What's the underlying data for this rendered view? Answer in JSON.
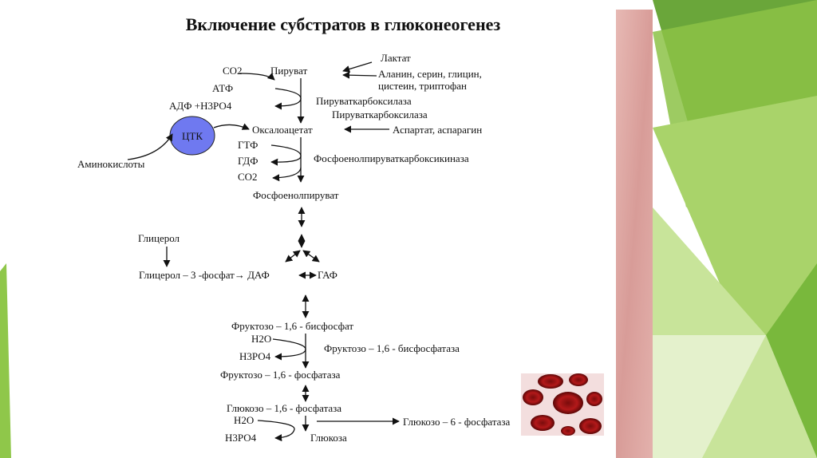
{
  "slide": {
    "title": "Включение субстратов в глюконеогенез",
    "accent_colors": {
      "green_dark": "#5e9f2f",
      "green_mid": "#8fc74a",
      "green_light": "#c9e39a",
      "texture": "#d9a9a6",
      "ctk_fill": "#6f79f0"
    }
  },
  "diagram": {
    "labels": {
      "co2_top": "СО2",
      "pyruvate": "Пируват",
      "lactate": "Лактат",
      "amino_group": "Аланин, серин, глицин,",
      "amino_group2": "цистеин, триптофан",
      "atp": "АТФ",
      "adp": "АДФ +Н3РО4",
      "pyr_carboxylase": "Пируваткарбоксилаза",
      "pyr_carboxylase2": "Пируваткарбоксилаза",
      "ctk": "ЦТК",
      "oxaloacetate": "Оксалоацетат",
      "aspartate": "Аспартат, аспарагин",
      "amino_acids": "Аминокислоты",
      "gtp": "ГТФ",
      "gdp": "ГДФ",
      "co2_mid": "СО2",
      "pepck": "Фосфоенолпируваткарбоксикиназа",
      "pep": "Фосфоенолпируват",
      "glycerol": "Глицерол",
      "glycerol3p": "Глицерол – 3 -фосфат→ ДАФ",
      "gap": "ГАФ",
      "f16bp": "Фруктозо – 1,6 - бисфосфат",
      "h2o_1": "Н2О",
      "h3po4_1": "Н3РО4",
      "f16bpase": "Фруктозо – 1,6 - бисфосфатаза",
      "f16p": "Фруктозо – 1,6 - фосфатаза",
      "g16p": "Глюкозо – 1,6 - фосфатаза",
      "h2o_2": "Н2О",
      "h3po4_2": "Н3РО4",
      "g6p": "Глюкозо – 6 - фосфатаза",
      "glucose": "Глюкоза"
    }
  }
}
